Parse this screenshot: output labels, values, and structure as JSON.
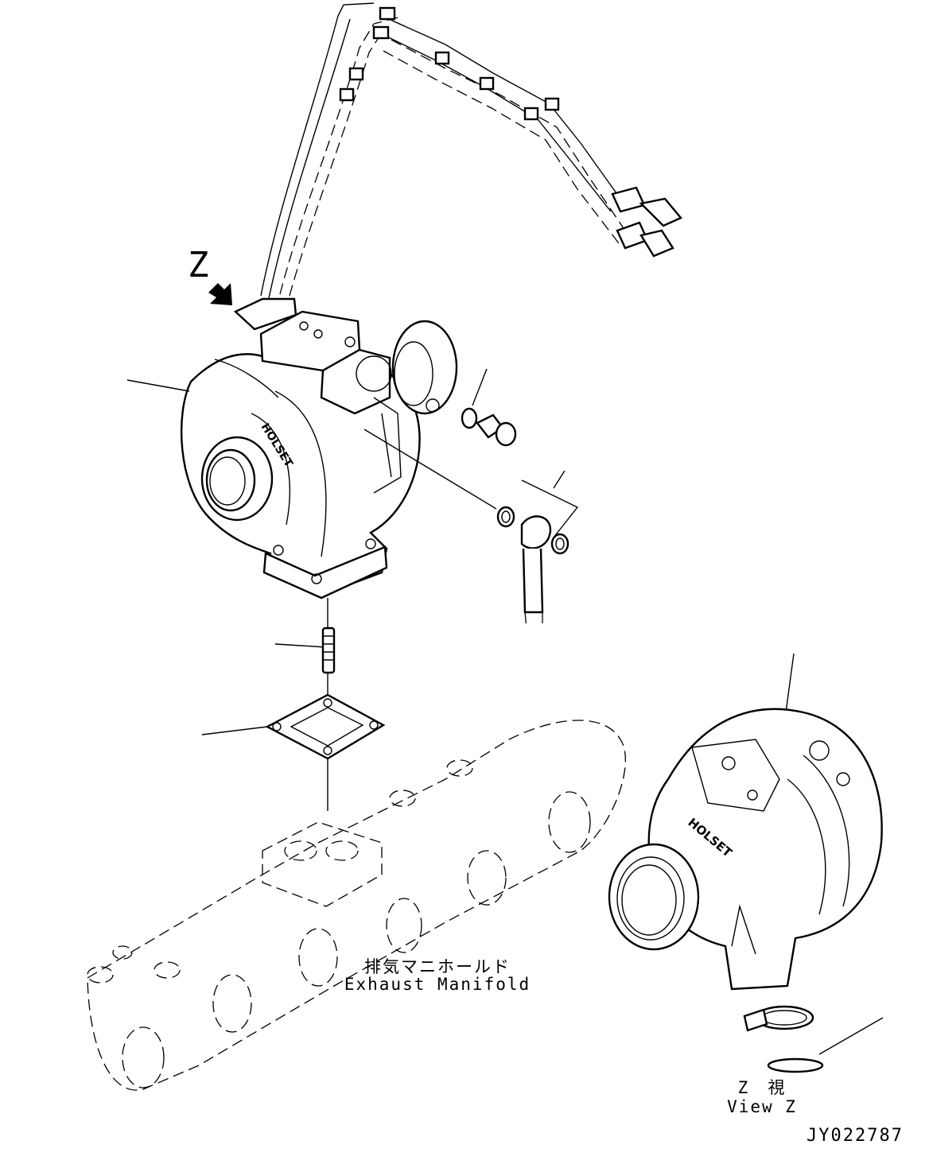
{
  "view_marker": "Z",
  "manifold_label_jp": "排気マニホールド",
  "manifold_label_en": "Exhaust Manifold",
  "view_label_jp": "Z　視",
  "view_label_en": "View Z",
  "drawing_number": "JY022787",
  "turbo_brand_text": "HOLSET"
}
